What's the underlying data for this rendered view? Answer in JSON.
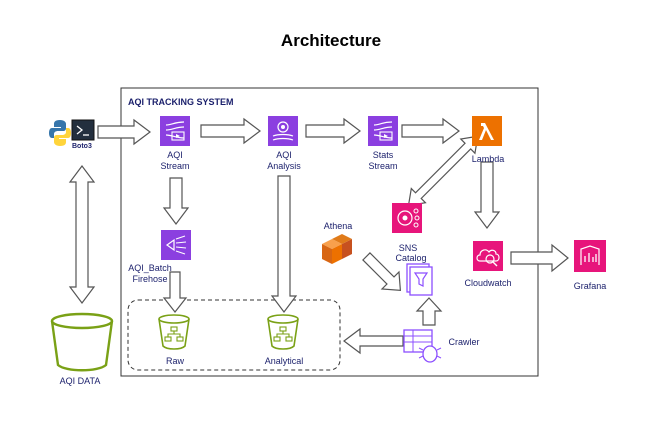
{
  "diagram": {
    "title": "Architecture",
    "system_label": "AQI TRACKING SYSTEM",
    "nodes": {
      "boto3": "Boto3",
      "aqi_stream": [
        "AQI",
        "Stream"
      ],
      "aqi_analysis": [
        "AQI",
        "Analysis"
      ],
      "stats_stream": [
        "Stats",
        "Stream"
      ],
      "lambda": "Lambda",
      "firehose": [
        "AQI_Batch",
        "Firehose"
      ],
      "athena": "Athena",
      "sns": "SNS",
      "catalog": "Catalog",
      "cloudwatch": "Cloudwatch",
      "grafana": "Grafana",
      "raw": "Raw",
      "analytical": "Analytical",
      "crawler": "Crawler",
      "aqi_data": "AQI DATA"
    },
    "colors": {
      "kinesis": "#8b3fe0",
      "lambda": "#ed7100",
      "sns": "#e7157b",
      "s3": "#7aa116",
      "glue": "#8c4fff",
      "label": "#1a1f6b"
    },
    "icons": [
      "python-icon",
      "terminal-icon",
      "kinesis-stream-icon",
      "kinesis-analytics-icon",
      "lambda-icon",
      "firehose-icon",
      "athena-icon",
      "sns-icon",
      "glue-catalog-icon",
      "cloudwatch-icon",
      "grafana-icon",
      "s3-bucket-icon",
      "crawler-icon"
    ]
  }
}
